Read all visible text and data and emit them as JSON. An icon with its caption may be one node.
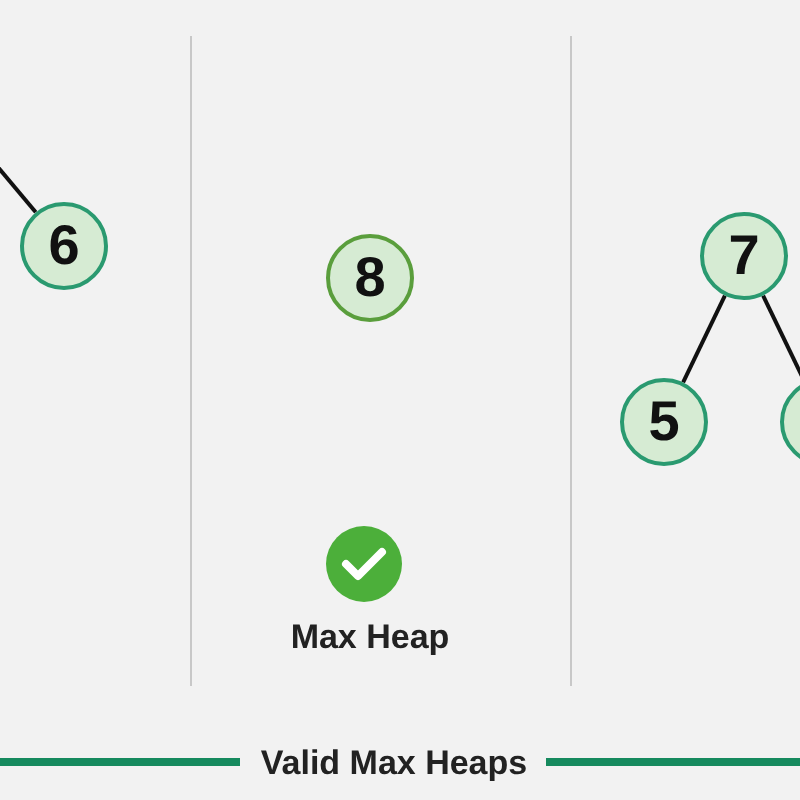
{
  "diagram": {
    "title": "Valid Max Heaps",
    "nodes": [
      {
        "text": [
          "6"
        ]
      },
      {
        "text": [
          "8"
        ]
      },
      {
        "text": [
          "7"
        ]
      },
      {
        "text": [
          "5"
        ]
      },
      {
        "text": [],
        "shape": "circle"
      }
    ],
    "edges": [
      {
        "from": null,
        "to": 0,
        "arrow": "none"
      },
      {
        "from": 2,
        "to": 3,
        "arrow": "none"
      },
      {
        "from": 2,
        "to": 4,
        "arrow": "none"
      }
    ],
    "labels": [
      "Max Heap"
    ]
  }
}
